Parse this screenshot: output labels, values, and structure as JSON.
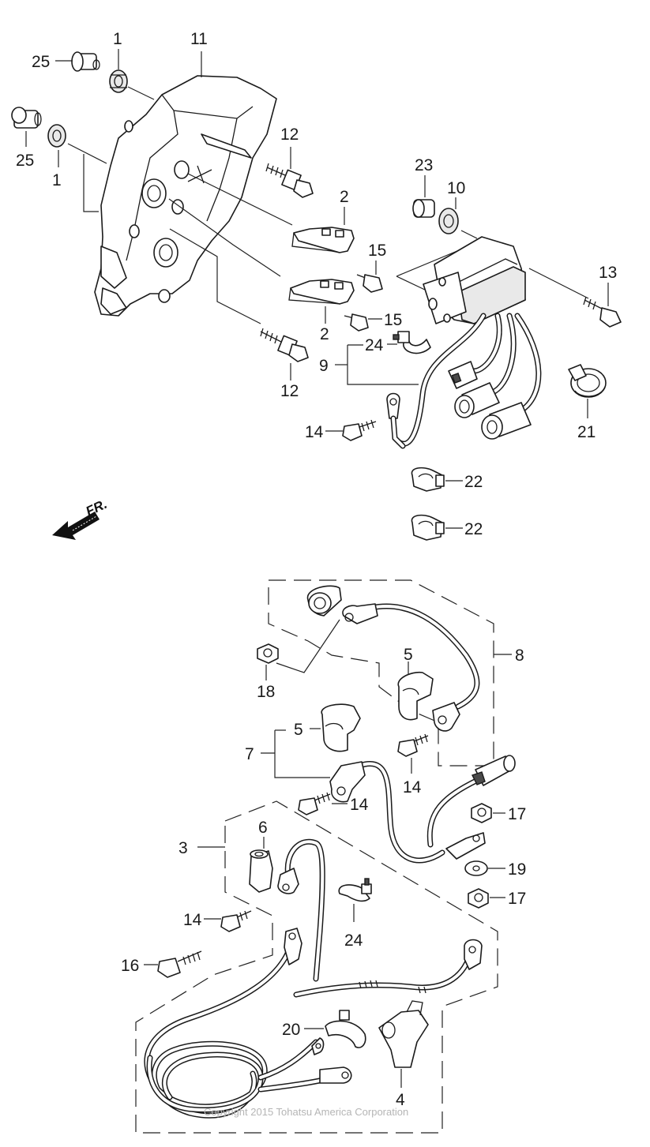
{
  "callouts": {
    "c1a": "1",
    "c1b": "1",
    "c11": "11",
    "c25a": "25",
    "c25b": "25",
    "c12a": "12",
    "c12b": "12",
    "c2a": "2",
    "c2b": "2",
    "c15a": "15",
    "c15b": "15",
    "c23": "23",
    "c10": "10",
    "c13": "13",
    "c24a": "24",
    "c9": "9",
    "c14a": "14",
    "c21": "21",
    "c22a": "22",
    "c22b": "22",
    "c8": "8",
    "c5a": "5",
    "c5b": "5",
    "c18": "18",
    "c7": "7",
    "c14b": "14",
    "c14c": "14",
    "c17a": "17",
    "c6": "6",
    "c3": "3",
    "c19": "19",
    "c17b": "17",
    "c14d": "14",
    "c24b": "24",
    "c16": "16",
    "c20": "20",
    "c4": "4"
  },
  "front_arrow_label": "FR.",
  "copyright": "Copyright 2015 Tohatsu America Corporation"
}
